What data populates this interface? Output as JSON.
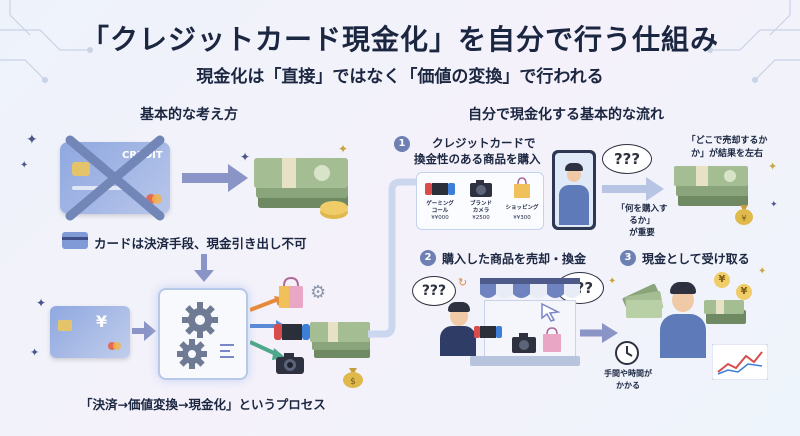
{
  "title": "「クレジットカード現金化」を自分で行う仕組み",
  "subtitle": "現金化は「直接」ではなく「価値の変換」で行われる",
  "left_section": {
    "heading": "基本的な考え方",
    "card_text": "CREDIT",
    "card_note": "カードは決済手段、現金引き出し不可",
    "card_yen": "¥",
    "process_caption": "「決済→価値変換→現金化」というプロセス"
  },
  "right_section": {
    "heading": "自分で現金化する基本的な流れ",
    "step1": {
      "number": "1",
      "label_line1": "クレジットカードで",
      "label_line2": "換金性のある商品を購入",
      "products": [
        {
          "name_line1": "ゲーミング",
          "name_line2": "コール",
          "price": "¥¥000"
        },
        {
          "name_line1": "ブランド",
          "name_line2": "カメラ",
          "price": "¥2500"
        },
        {
          "name_line1": "ショッピング",
          "name_line2": "",
          "price": "¥¥300"
        }
      ],
      "question_marks": "???",
      "note_line1": "「何を購入す",
      "note_line2": "るか」",
      "note_line3": "が重要",
      "result_note_line1": "「どこで売却するか",
      "result_note_line2": "か」が結果を左右"
    },
    "step2": {
      "number": "2",
      "label": "購入した商品を売却・換金",
      "question_marks": "???"
    },
    "step3": {
      "number": "3",
      "label": "現金として受け取る",
      "time_note_line1": "手間や時間が",
      "time_note_line2": "かかる",
      "coin_symbol": "¥"
    }
  },
  "colors": {
    "card_blue": "#7f9ad6",
    "cash_green": "#7c9a6e",
    "accent_purple": "#7b86c8",
    "arrow": "#8a94c6"
  }
}
